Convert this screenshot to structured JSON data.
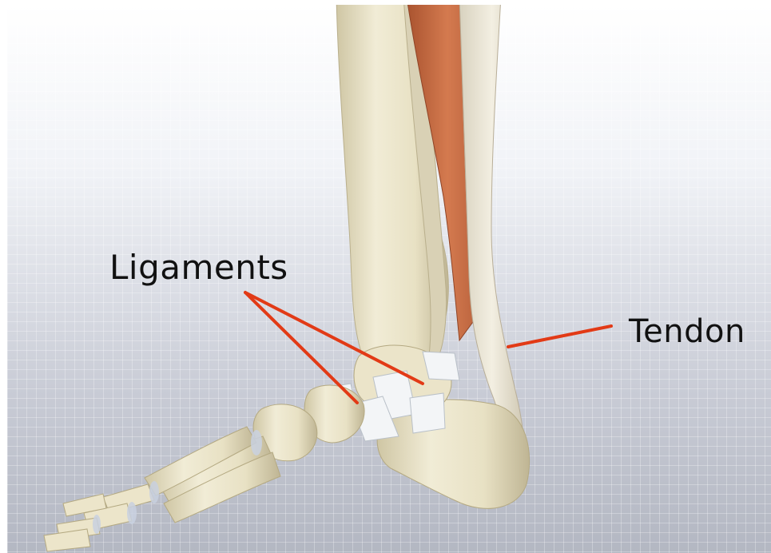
{
  "labels": {
    "ligaments": "Ligaments",
    "tendon": "Tendon"
  },
  "colors": {
    "pointer_line": "#e23a16",
    "bone": "#e9e2c6",
    "muscle": "#c8693f",
    "ligament": "#f2f4f6"
  },
  "subject": "anatomical illustration of ankle: bones, ligaments, Achilles tendon"
}
